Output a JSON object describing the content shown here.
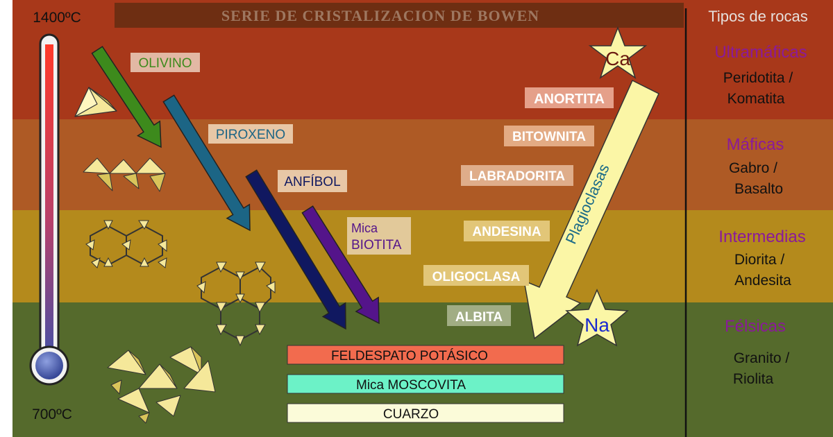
{
  "title": "SERIE DE CRISTALIZACION DE BOWEN",
  "temperature": {
    "high": "1400ºC",
    "low": "700ºC"
  },
  "discontinuous_series": [
    {
      "label": "OLIVINO"
    },
    {
      "label": "PIROXENO"
    },
    {
      "label": "ANFÍBOL"
    },
    {
      "label_line1": "Mica",
      "label_line2": "BIOTITA"
    }
  ],
  "plagioclase": {
    "label": "Plagioclasas",
    "ca": "Ca",
    "na": "Na",
    "members": [
      "ANORTITA",
      "BITOWNITA",
      "LABRADORITA",
      "ANDESINA",
      "OLIGOCLASA",
      "ALBITA"
    ]
  },
  "final_minerals": [
    {
      "label": "FELDESPATO POTÁSICO",
      "color": "#f26b4e"
    },
    {
      "label": "Mica MOSCOVITA",
      "color": "#6cf2c7"
    },
    {
      "label": "CUARZO",
      "color": "#fbfbd9"
    }
  ],
  "rock_types": {
    "header": "Tipos de rocas",
    "groups": [
      {
        "name": "Ultramáficas",
        "line1": "Peridotita /",
        "line2": "Komatita"
      },
      {
        "name": "Máficas",
        "line1": "Gabro /",
        "line2": "Basalto"
      },
      {
        "name": "Intermedias",
        "line1": "Diorita /",
        "line2": "Andesita"
      },
      {
        "name": "Félsicas",
        "line1": "Granito /",
        "line2": "Riolita"
      }
    ]
  },
  "colors": {
    "band_ultramafic": "#a8381a",
    "band_mafic": "#ae5a25",
    "band_intermediate": "#b48a1c",
    "band_felsic": "#556a2c",
    "title_bar": "#6e2e12",
    "olivino": "#3d8a1c",
    "piroxeno": "#1c6585",
    "anfibol": "#101860",
    "biotita": "#54148a",
    "rock_name": "#8a1a9a",
    "plagioclase_arrow": "#fbf6a6"
  }
}
